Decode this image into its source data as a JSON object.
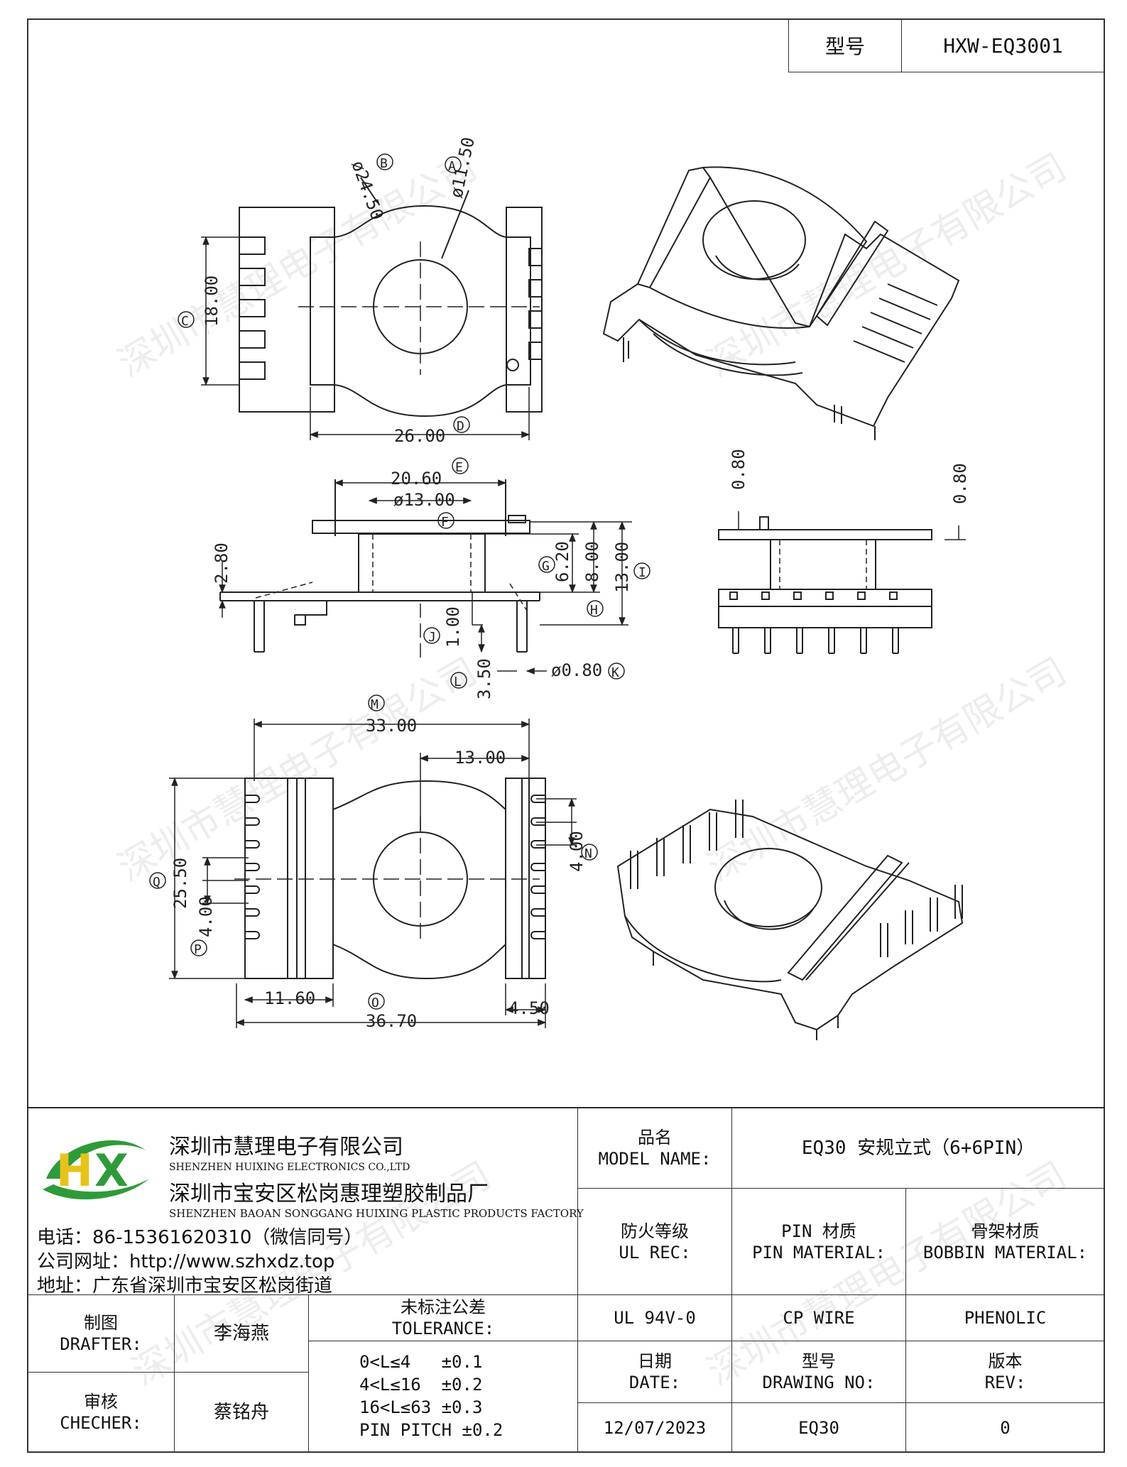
{
  "header": {
    "model_label": "型号",
    "model_value": "HXW-EQ3001"
  },
  "dimensions": {
    "top_view": {
      "d24_50": "ø24.50",
      "d11_50": "ø11.50",
      "w18_00": "18.00",
      "w26_00": "26.00",
      "A": "A",
      "B": "B",
      "C": "C",
      "D": "D"
    },
    "side_view": {
      "w20_60": "20.60",
      "d13_00": "ø13.00",
      "h2_80": "2.80",
      "h6_20": "6.20",
      "h8_00": "8.00",
      "h13_00": "13.00",
      "h1_00": "1.00",
      "h3_50": "3.50",
      "p0_80": "ø0.80",
      "E": "E",
      "F": "F",
      "G": "G",
      "H": "H",
      "I": "I",
      "J": "J",
      "K": "K",
      "L": "L"
    },
    "end_view": {
      "t0_80a": "0.80",
      "t0_80b": "0.80"
    },
    "bottom_view": {
      "w33_00": "33.00",
      "w13_00": "13.00",
      "h25_50": "25.50",
      "p4_00a": "4.00",
      "p4_00b": "4.00",
      "w11_60": "11.60",
      "w36_70": "36.70",
      "w4_50": "4.50",
      "M": "M",
      "N": "N",
      "O": "O",
      "P": "P",
      "Q": "Q"
    }
  },
  "watermark": "深圳市慧理电子有限公司",
  "company": {
    "name_cn": "深圳市慧理电子有限公司",
    "name_en": "SHENZHEN HUIXING ELECTRONICS CO.,LTD",
    "factory_cn": "深圳市宝安区松岗惠理塑胶制品厂",
    "factory_en": "SHENZHEN BAOAN SONGGANG HUIXING PLASTIC PRODUCTS FACTORY",
    "phone": "电话：86-15361620310（微信同号）",
    "website": "公司网址：http://www.szhxdz.top",
    "address": "地址：广东省深圳市宝安区松岗街道",
    "logo_text": "HX",
    "logo_colors": {
      "green": "#2e9b3a",
      "yellow": "#e8c21c"
    }
  },
  "title_block": {
    "model_name_label_cn": "品名",
    "model_name_label_en": "MODEL NAME:",
    "model_name_value": "EQ30 安规立式（6+6PIN）",
    "ul_label_cn": "防火等级",
    "ul_label_en": "UL REC:",
    "pin_label_cn": "PIN 材质",
    "pin_label_en": "PIN MATERIAL:",
    "bobbin_label_cn": "骨架材质",
    "bobbin_label_en": "BOBBIN MATERIAL:",
    "ul_value": "UL 94V-0",
    "pin_value": "CP WIRE",
    "bobbin_value": "PHENOLIC",
    "drafter_cn": "制图",
    "drafter_en": "DRAFTER:",
    "drafter_name": "李海燕",
    "checker_cn": "审核",
    "checker_en": "CHECHER:",
    "checker_name": "蔡铭舟",
    "tolerance_cn": "未标注公差",
    "tolerance_en": "TOLERANCE:",
    "tolerance_lines": [
      "0<L≤4   ±0.1",
      "4<L≤16  ±0.2",
      "16<L≤63 ±0.3",
      "PIN PITCH ±0.2"
    ],
    "date_cn": "日期",
    "date_en": "DATE:",
    "date_value": "12/07/2023",
    "drawing_cn": "型号",
    "drawing_en": "DRAWING NO:",
    "drawing_value": "EQ30",
    "rev_cn": "版本",
    "rev_en": "REV:",
    "rev_value": "0"
  }
}
